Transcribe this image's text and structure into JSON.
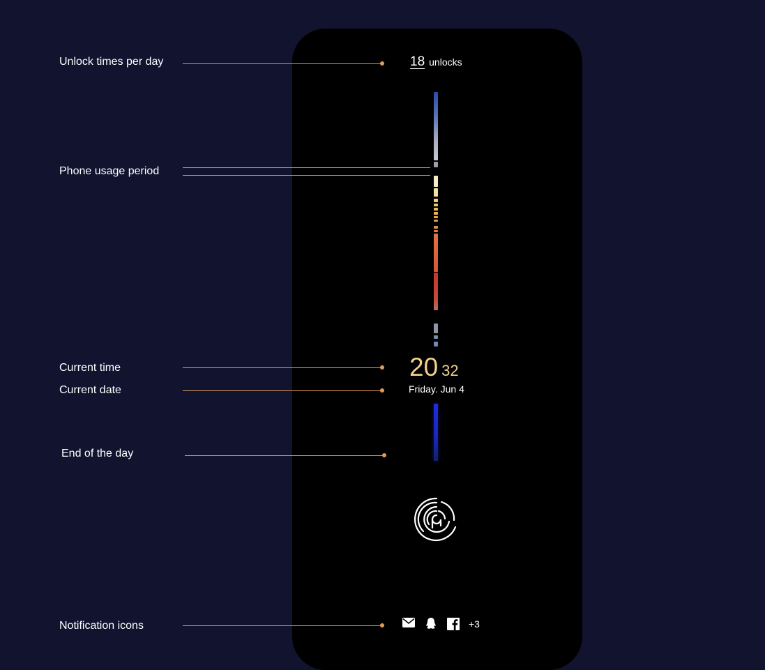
{
  "annotations": {
    "unlock_times": "Unlock times per day",
    "usage_period": "Phone usage period",
    "current_time": "Current time",
    "current_date": "Current date",
    "end_of_day": "End of the day",
    "notification_icons": "Notification icons"
  },
  "phone": {
    "unlock_count": "18",
    "unlock_word": "unlocks",
    "time_hour": "20",
    "time_minute": "32",
    "date": "Friday. Jun 4",
    "notifications": {
      "icons": [
        "mail-icon",
        "qq-penguin-icon",
        "facebook-icon"
      ],
      "more": "+3"
    }
  },
  "colors": {
    "background": "#11132f",
    "accent_line": "#e39a58",
    "time_text": "#f2d08a",
    "end_of_day_bar": "#1f2de0"
  }
}
